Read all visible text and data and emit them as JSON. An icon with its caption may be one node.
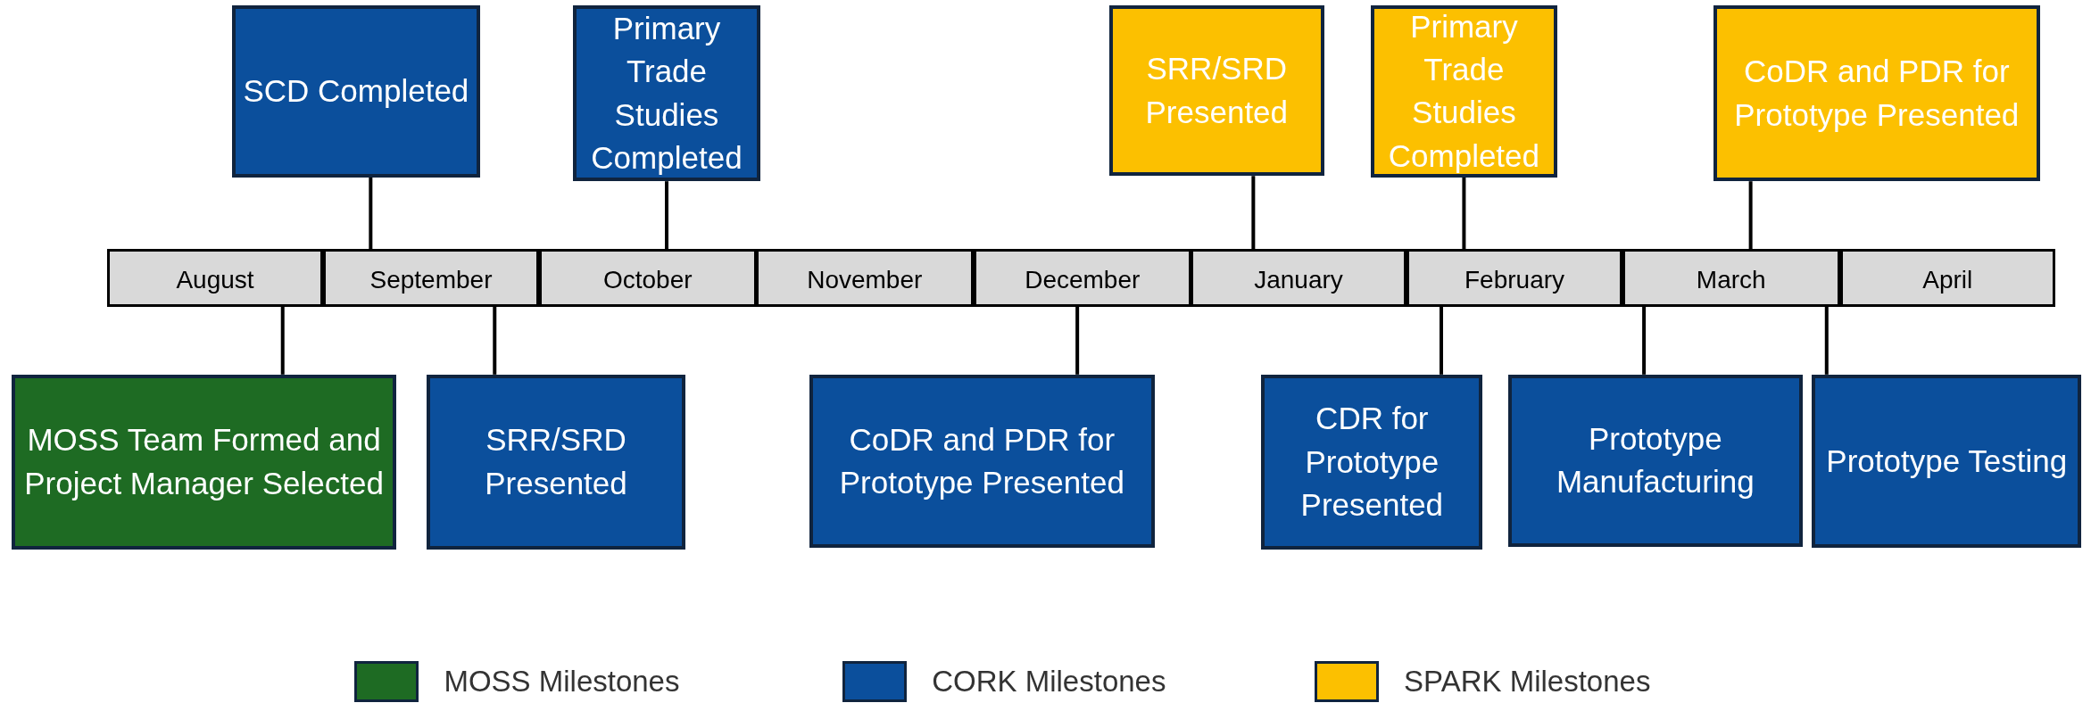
{
  "diagram": {
    "nodes": [
      {
        "text": [
          "SCD Completed"
        ]
      },
      {
        "text": [
          "Primary Trade Studies Completed"
        ]
      },
      {
        "text": [
          "SRR/SRD Presented"
        ]
      },
      {
        "text": [
          "Primary Trade Studies Completed"
        ]
      },
      {
        "text": [
          "CoDR and PDR for Prototype Presented"
        ]
      },
      {
        "text": [
          "August"
        ]
      },
      {
        "text": [
          "September"
        ]
      },
      {
        "text": [
          "October"
        ]
      },
      {
        "text": [
          "November"
        ]
      },
      {
        "text": [
          "December"
        ]
      },
      {
        "text": [
          "January"
        ]
      },
      {
        "text": [
          "February"
        ]
      },
      {
        "text": [
          "March"
        ]
      },
      {
        "text": [
          "April"
        ]
      },
      {
        "text": [
          "MOSS Team Formed and Project Manager Selected"
        ]
      },
      {
        "text": [
          "SRR/SRD Presented"
        ]
      },
      {
        "text": [
          "CoDR and PDR for Prototype Presented"
        ]
      },
      {
        "text": [
          "CDR for Prototype Presented"
        ]
      },
      {
        "text": [
          "Prototype Manufacturing"
        ]
      },
      {
        "text": [
          "Prototype Testing"
        ]
      }
    ],
    "edges": [
      {
        "from": 0,
        "to": 6,
        "arrow": "none"
      },
      {
        "from": 1,
        "to": 7,
        "arrow": "none"
      },
      {
        "from": 2,
        "to": 10,
        "arrow": "none"
      },
      {
        "from": 3,
        "to": 11,
        "arrow": "none"
      },
      {
        "from": 4,
        "to": 12,
        "arrow": "none"
      },
      {
        "from": 14,
        "to": 5,
        "arrow": "none"
      },
      {
        "from": 15,
        "to": 6,
        "arrow": "none"
      },
      {
        "from": 16,
        "to": 9,
        "arrow": "none"
      },
      {
        "from": 17,
        "to": 11,
        "arrow": "none"
      },
      {
        "from": 18,
        "to": 12,
        "arrow": "none"
      },
      {
        "from": 19,
        "to": 12,
        "arrow": "none"
      }
    ],
    "legend": [
      {
        "text": "MOSS Milestones",
        "color": "#1e6b23"
      },
      {
        "text": "CORK Milestones",
        "color": "#0b4f9c"
      },
      {
        "text": "SPARK Milestones",
        "color": "#fcc000"
      }
    ]
  }
}
